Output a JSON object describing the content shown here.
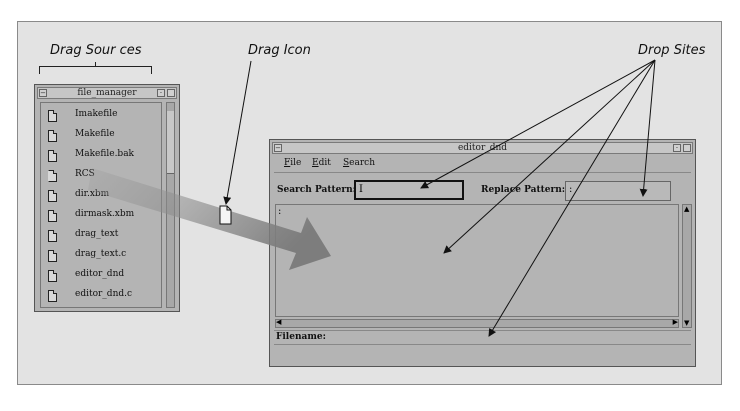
{
  "callouts": {
    "drag_sources": "Drag Sour ces",
    "drag_icon": "Drag Icon",
    "drop_sites": "Drop Sites"
  },
  "file_manager": {
    "title": "file_manager",
    "files": [
      "Imakefile",
      "Makefile",
      "Makefile.bak",
      "RCS",
      "dir.xbm",
      "dirmask.xbm",
      "drag_text",
      "drag_text.c",
      "editor_dnd",
      "editor_dnd.c"
    ]
  },
  "editor": {
    "title": "editor_dnd",
    "menu": {
      "file": {
        "key": "F",
        "rest": "ile"
      },
      "edit": {
        "key": "E",
        "rest": "dit"
      },
      "search": {
        "key": "S",
        "rest": "earch"
      }
    },
    "search_label": "Search Pattern:",
    "search_value": "I",
    "replace_label": "Replace Pattern:",
    "replace_value": ":",
    "text_area_value": ":",
    "filename_label": "Filename:"
  },
  "colors": {
    "window": "#b4b4b4",
    "drag_arrow": "#7a7a7a",
    "background": "#e3e3e3"
  },
  "icons": {
    "file": "file-icon",
    "drag": "document-icon",
    "menu_button": "window-menu-icon",
    "minimize": "minimize-icon",
    "maximize": "maximize-icon"
  }
}
